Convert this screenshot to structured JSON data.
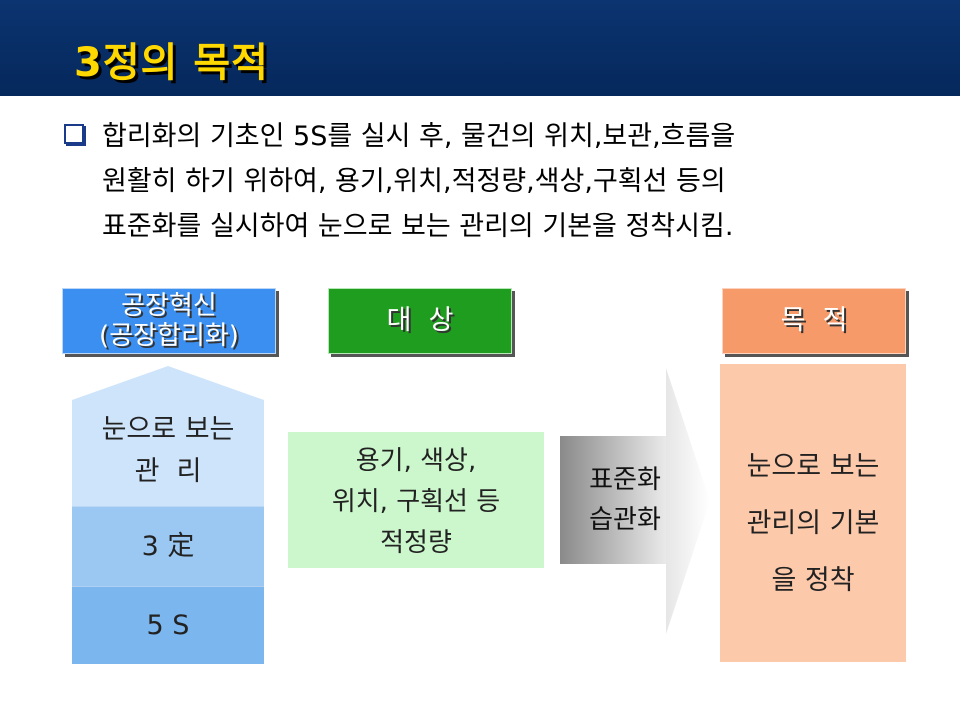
{
  "title": "3정의 목적",
  "intro": {
    "lines": [
      "합리화의 기초인 5S를 실시 후, 물건의 위치,보관,흐름을",
      "원활히 하기 위하여, 용기,위치,적정량,색상,구획선 등의",
      "표준화를 실시하여 눈으로 보는 관리의 기본을 정착시킴."
    ]
  },
  "headers": {
    "innovation": [
      "공장혁신",
      "(공장합리화)"
    ],
    "target": "대  상",
    "purpose": "목  적"
  },
  "stack": {
    "top": [
      "눈으로 보는",
      "관  리"
    ],
    "middle": "3 定",
    "bottom": "5 S"
  },
  "target_box": [
    "용기, 색상,",
    "위치, 구획선 등",
    "적정량"
  ],
  "process_box": [
    "표준화",
    "습관화"
  ],
  "purpose_box": [
    "눈으로 보는",
    "관리의 기본",
    "을 정착"
  ],
  "colors": {
    "title_bar": "#05285c",
    "title_text": "#ffd800",
    "innovation_header": "#3a8ff0",
    "target_header": "#1f9d1f",
    "purpose_header": "#f79a6a",
    "target_box": "#ccf7cc",
    "purpose_box": "#fcc9ab"
  }
}
